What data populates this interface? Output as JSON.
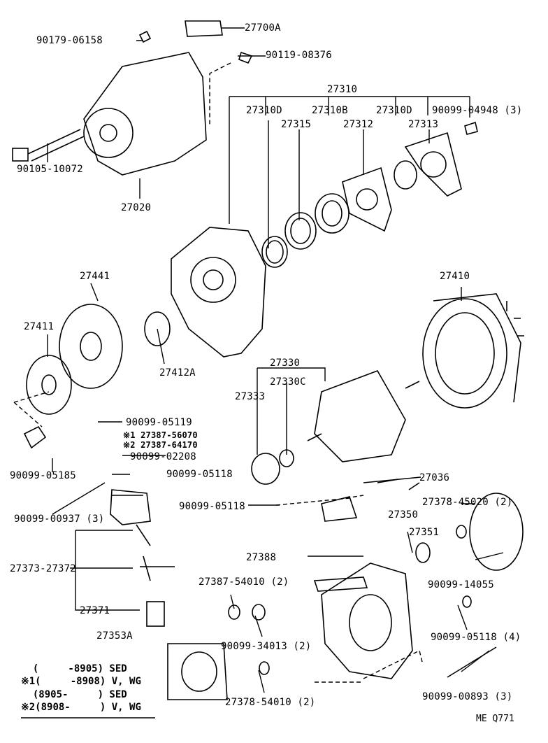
{
  "labels": {
    "p27700A": "27700A",
    "p90179_06158": "90179-06158",
    "p90119_08376": "90119-08376",
    "p27310": "27310",
    "p27310D_a": "27310D",
    "p27310B": "27310B",
    "p27310D_b": "27310D",
    "p90099_04948": "90099-04948 (3)",
    "p27315": "27315",
    "p27312": "27312",
    "p27313": "27313",
    "p90105_10072": "90105-10072",
    "p27020": "27020",
    "p27441": "27441",
    "p27410": "27410",
    "p27411": "27411",
    "p27330": "27330",
    "p27412A": "27412A",
    "p27330C": "27330C",
    "p27333": "27333",
    "p90099_05119": "90099-05119",
    "alt1_27387_56070": "※1 27387-56070",
    "alt2_27387_64170": "※2 27387-64170",
    "p90099_02208": "90099-02208",
    "p90099_05185": "90099-05185",
    "p90099_05118_a": "90099-05118",
    "p27036": "27036",
    "p27378_45020": "27378-45020 (2)",
    "p90099_00937": "90099-00937 (3)",
    "p90099_05118_b": "90099-05118",
    "p27350": "27350",
    "p27351": "27351",
    "p27388": "27388",
    "p27373_27372": "27373-27372",
    "p90099_14055": "90099-14055",
    "p27387_54010": "27387-54010 (2)",
    "p27371": "27371",
    "p27353A": "27353A",
    "p90099_05118_c": "90099-05118 (4)",
    "p90099_34013": "90099-34013 (2)",
    "p90099_00893": "90099-00893 (3)",
    "p27378_54010": "27378-54010 (2)"
  },
  "legend": {
    "row1": "  (     -8905) SED",
    "row2": "※1(     -8908) V, WG",
    "row3": "  (8905-     ) SED",
    "row4": "※2(8908-     ) V, WG"
  },
  "footer": {
    "code": "ME Q771"
  }
}
